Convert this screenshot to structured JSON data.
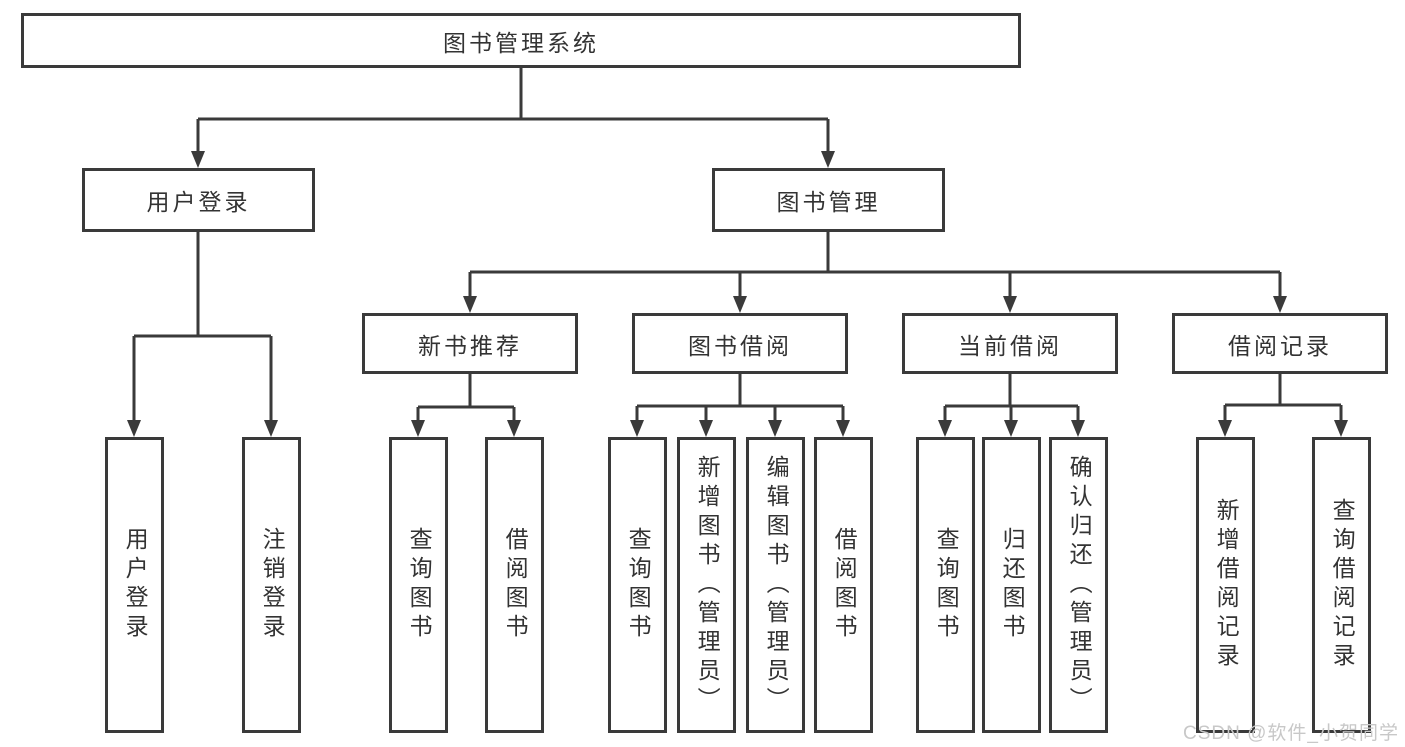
{
  "colors": {
    "line": "#3a3a3a",
    "text": "#333333",
    "watermark": "#c8c8c8",
    "background": "#ffffff"
  },
  "watermark": "CSDN @软件_小贺同学",
  "diagram": {
    "type": "hierarchy-tree",
    "root": {
      "label": "图书管理系统"
    },
    "level2": [
      {
        "label": "用户登录"
      },
      {
        "label": "图书管理"
      }
    ],
    "level3": [
      {
        "label": "新书推荐"
      },
      {
        "label": "图书借阅"
      },
      {
        "label": "当前借阅"
      },
      {
        "label": "借阅记录"
      }
    ],
    "leaves": {
      "user": [
        {
          "label": "用户登录"
        },
        {
          "label": "注销登录"
        }
      ],
      "recommend": [
        {
          "label": "查询图书"
        },
        {
          "label": "借阅图书"
        }
      ],
      "borrow": [
        {
          "label": "查询图书"
        },
        {
          "label": "新增图书（管理员）"
        },
        {
          "label": "编辑图书（管理员）"
        },
        {
          "label": "借阅图书"
        }
      ],
      "current": [
        {
          "label": "查询图书"
        },
        {
          "label": "归还图书"
        },
        {
          "label": "确认归还（管理员）"
        }
      ],
      "records": [
        {
          "label": "新增借阅记录"
        },
        {
          "label": "查询借阅记录"
        }
      ]
    }
  }
}
